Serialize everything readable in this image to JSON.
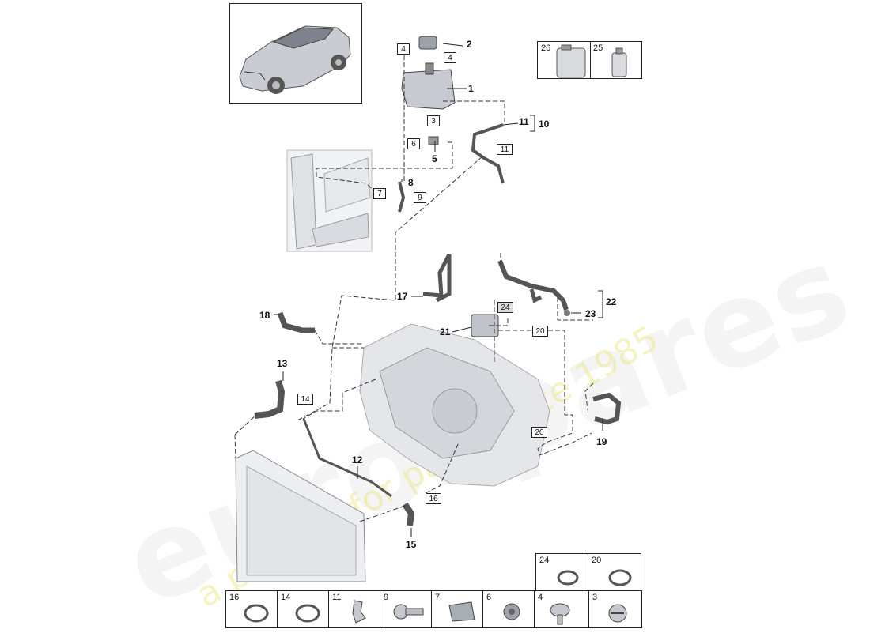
{
  "watermark": {
    "brand": "eurospares",
    "tagline": "a passion for parts since 1985"
  },
  "header_box": {
    "kit_26": "26",
    "kit_25": "25"
  },
  "callouts": {
    "c1": "1",
    "c2": "2",
    "c5": "5",
    "c8": "8",
    "c10": "10",
    "c11": "11",
    "c12": "12",
    "c13": "13",
    "c15": "15",
    "c17": "17",
    "c18": "18",
    "c19": "19",
    "c21": "21",
    "c22": "22",
    "c23": "23"
  },
  "ref_boxes": {
    "b4a": "4",
    "b4b": "4",
    "b3": "3",
    "b6": "6",
    "b7": "7",
    "b9": "9",
    "b11": "11",
    "b14": "14",
    "b16": "16",
    "b20a": "20",
    "b20b": "20",
    "b24": "24"
  },
  "parts_table": {
    "top_row": [
      "24",
      "20"
    ],
    "bottom_row": [
      "16",
      "14",
      "11",
      "9",
      "7",
      "6",
      "4",
      "3"
    ]
  }
}
